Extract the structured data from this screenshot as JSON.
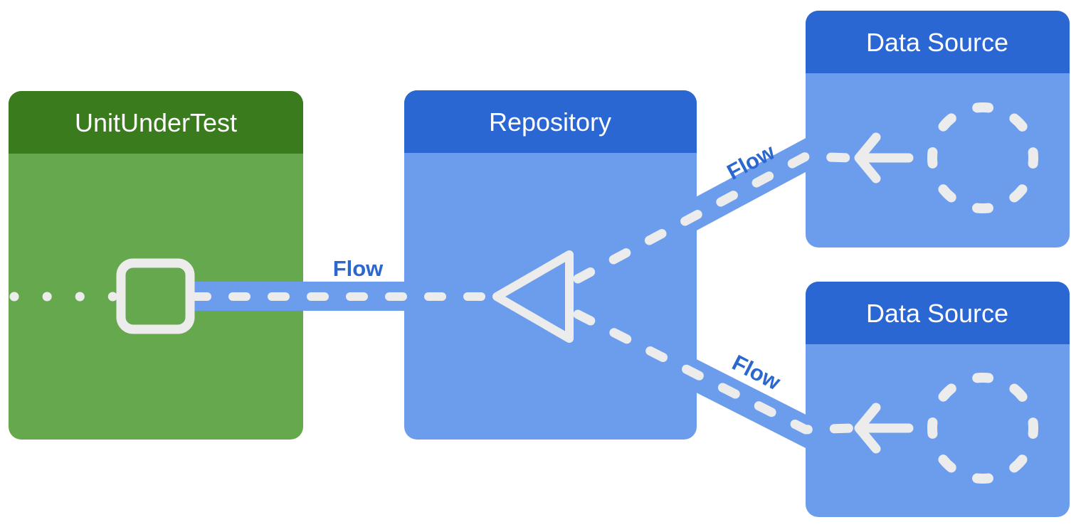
{
  "diagram": {
    "background": "#ffffff",
    "nodes": {
      "unit_under_test": {
        "title": "UnitUnderTest",
        "header_color": "#3a7b1e",
        "body_color": "#65a84d"
      },
      "repository": {
        "title": "Repository",
        "header_color": "#2a67d2",
        "body_color": "#6c9ded"
      },
      "data_source_top": {
        "title": "Data Source",
        "header_color": "#2a67d2",
        "body_color": "#6c9ded"
      },
      "data_source_bottom": {
        "title": "Data Source",
        "header_color": "#2a67d2",
        "body_color": "#6c9ded"
      }
    },
    "edges": {
      "repository_to_unit_under_test": {
        "label": "Flow",
        "from": "Repository",
        "to": "UnitUnderTest",
        "direction": "left"
      },
      "data_source_top_to_repository": {
        "label": "Flow",
        "from": "Data Source",
        "to": "Repository",
        "direction": "left"
      },
      "data_source_bottom_to_repository": {
        "label": "Flow",
        "from": "Data Source",
        "to": "Repository",
        "direction": "left"
      }
    },
    "icons": {
      "square": "square-outline-icon",
      "triangle": "play-triangle-left-icon",
      "arrow_top": "arrow-left-icon",
      "arrow_bottom": "arrow-left-icon",
      "circle_top": "dashed-circle-icon",
      "circle_bottom": "dashed-circle-icon"
    },
    "colors": {
      "node_title_text": "#ffffff",
      "flow_label_text": "#2a68d0",
      "connector": "#6c9ded",
      "dash": "#ececec",
      "green_header": "#3a7b1e",
      "green_body": "#65a84d",
      "blue_header": "#2a67d2",
      "blue_body": "#6c9ded"
    }
  }
}
